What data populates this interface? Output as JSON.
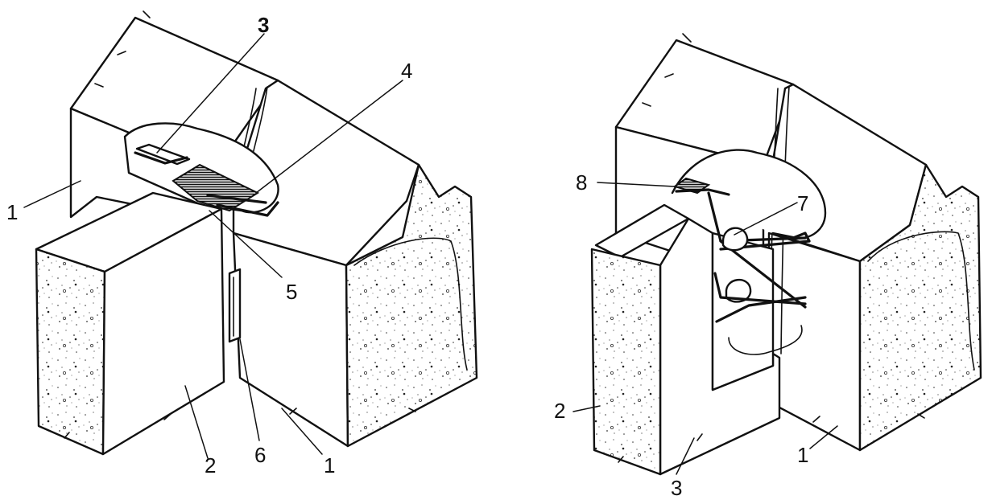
{
  "left_figure": {
    "labels": {
      "panel_left_top": "1",
      "block": "2",
      "clip": "3",
      "anchor_plate": "4",
      "weld_insert": "5",
      "gasket": "6",
      "panel_right": "1"
    }
  },
  "right_figure": {
    "labels": {
      "plate": "8",
      "loop_ties": "7",
      "block": "2",
      "column_block": "3",
      "panel_right": "1"
    }
  },
  "colors": {
    "ink": "#111111",
    "paper": "#ffffff"
  }
}
